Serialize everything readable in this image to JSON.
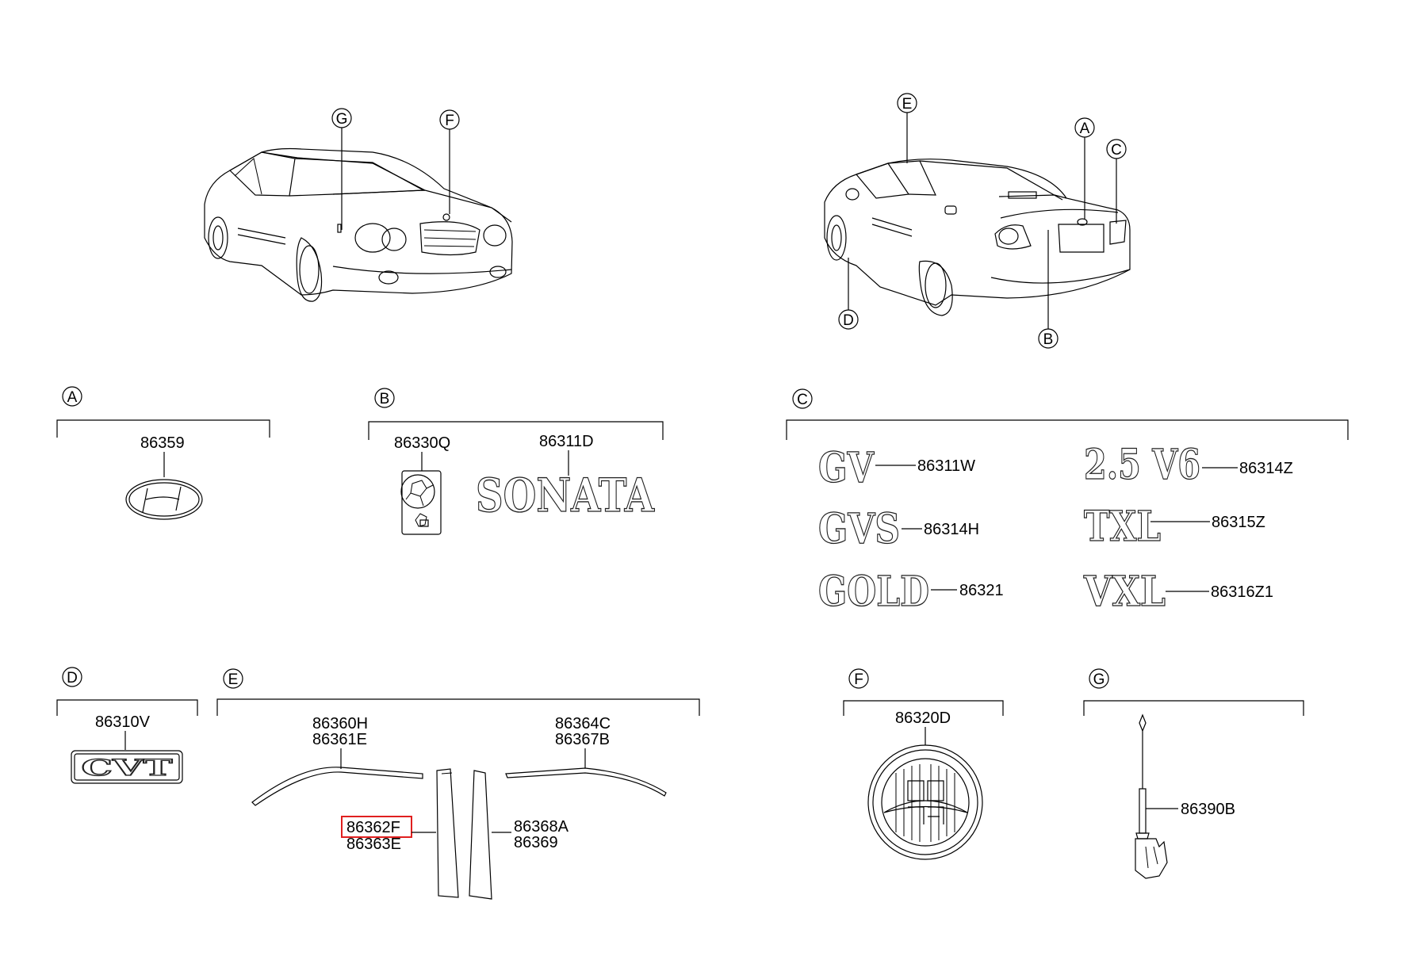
{
  "callouts": {
    "front_car": [
      "G",
      "F"
    ],
    "rear_car": [
      "E",
      "A",
      "C",
      "D",
      "B"
    ]
  },
  "sections": {
    "A": {
      "letter": "A",
      "parts": [
        "86359"
      ]
    },
    "B": {
      "letter": "B",
      "parts": [
        "86330Q",
        "86311D"
      ],
      "emblem_text": "SONATA"
    },
    "C": {
      "letter": "C",
      "items": [
        {
          "emblem": "GV",
          "part": "86311W"
        },
        {
          "emblem": "GVS",
          "part": "86314H"
        },
        {
          "emblem": "GOLD",
          "part": "86321"
        },
        {
          "emblem": "2.5 V6",
          "part": "86314Z"
        },
        {
          "emblem": "TXL",
          "part": "86315Z"
        },
        {
          "emblem": "VXL",
          "part": "86316Z1"
        }
      ]
    },
    "D": {
      "letter": "D",
      "parts": [
        "86310V"
      ],
      "emblem_text": "CVT"
    },
    "E": {
      "letter": "E",
      "parts": [
        "86360H",
        "86361E",
        "86364C",
        "86367B",
        "86362F",
        "86363E",
        "86368A",
        "86369"
      ],
      "highlighted_part": "86362F",
      "highlight_color": "#e0201f"
    },
    "F": {
      "letter": "F",
      "parts": [
        "86320D"
      ]
    },
    "G": {
      "letter": "G",
      "parts": [
        "86390B"
      ]
    }
  }
}
